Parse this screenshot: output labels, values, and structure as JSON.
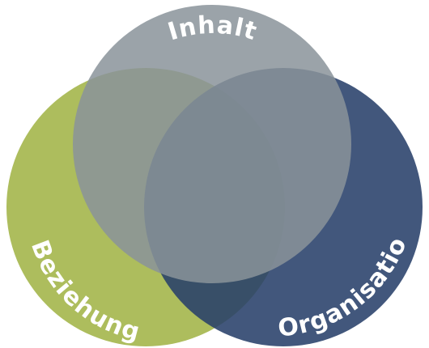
{
  "diagram": {
    "type": "venn",
    "sets": [
      {
        "id": "inhalt",
        "label": "Inhalt",
        "color": "#8a939a",
        "opacity": 0.85
      },
      {
        "id": "beziehung",
        "label": "Beziehung",
        "color": "#adbd5d",
        "opacity": 1.0
      },
      {
        "id": "organisation",
        "label": "Organisation",
        "color": "#28406a",
        "opacity": 0.88
      }
    ]
  }
}
